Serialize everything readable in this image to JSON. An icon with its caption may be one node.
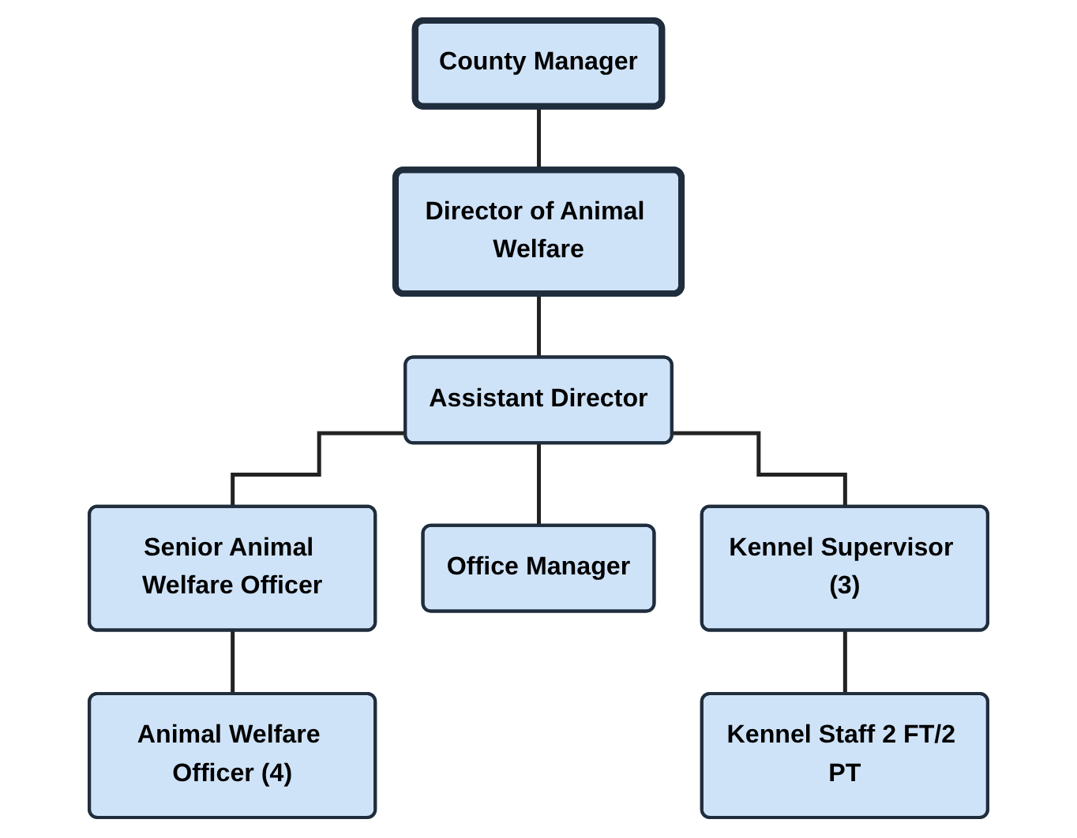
{
  "diagram": {
    "nodes": [
      {
        "text": [
          "County Manager"
        ]
      },
      {
        "text": [
          "Director of Animal Welfare"
        ]
      },
      {
        "text": [
          "Assistant Director"
        ]
      },
      {
        "text": [
          "Senior Animal Welfare Officer"
        ]
      },
      {
        "text": [
          "Office Manager"
        ]
      },
      {
        "text": [
          "Kennel Supervisor (3)"
        ]
      },
      {
        "text": [
          "Animal Welfare Officer (4)"
        ]
      },
      {
        "text": [
          "Kennel Staff 2 FT/2 PT"
        ]
      }
    ],
    "edges": [
      {
        "from": 0,
        "to": 1,
        "arrow": "none"
      },
      {
        "from": 1,
        "to": 2,
        "arrow": "none"
      },
      {
        "from": 2,
        "to": 3,
        "arrow": "none"
      },
      {
        "from": 2,
        "to": 4,
        "arrow": "none"
      },
      {
        "from": 2,
        "to": 5,
        "arrow": "none"
      },
      {
        "from": 3,
        "to": 6,
        "arrow": "none"
      },
      {
        "from": 5,
        "to": 7,
        "arrow": "none"
      }
    ]
  }
}
